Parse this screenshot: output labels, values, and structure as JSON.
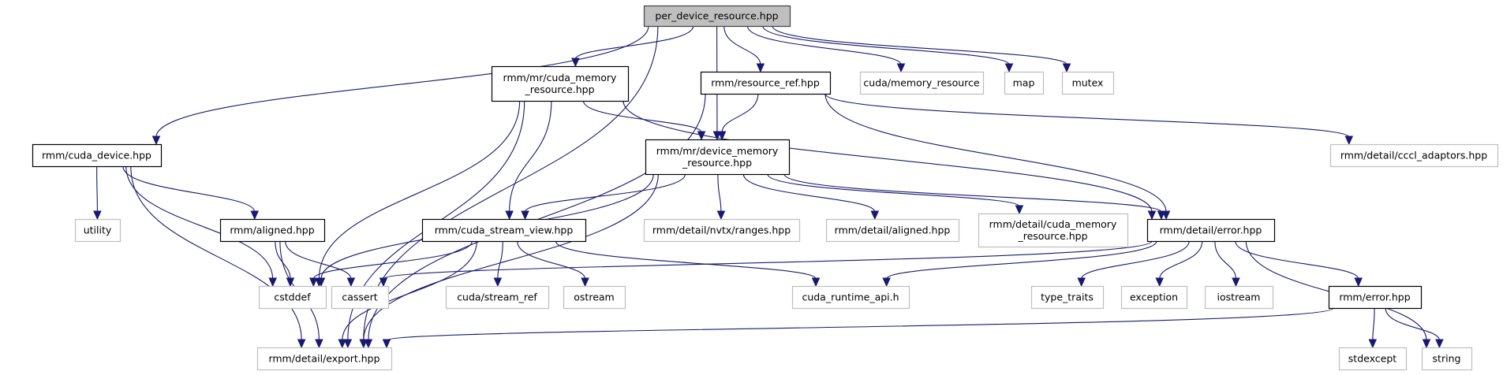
{
  "title": "per_device_resource.hpp",
  "colors": {
    "edge": "#191970",
    "root_fill": "#bfbfbf",
    "local_border": "#000000",
    "external_border": "#bfbfbf"
  },
  "nodes": [
    {
      "id": "root",
      "lines": [
        "per_device_resource.hpp"
      ],
      "kind": "main"
    },
    {
      "id": "cuda_mr",
      "lines": [
        "rmm/mr/cuda_memory",
        "_resource.hpp"
      ],
      "kind": "local"
    },
    {
      "id": "resource_ref",
      "lines": [
        "rmm/resource_ref.hpp"
      ],
      "kind": "local"
    },
    {
      "id": "cuda_memres",
      "lines": [
        "cuda/memory_resource"
      ],
      "kind": "sys"
    },
    {
      "id": "map",
      "lines": [
        "map"
      ],
      "kind": "sys"
    },
    {
      "id": "mutex",
      "lines": [
        "mutex"
      ],
      "kind": "sys"
    },
    {
      "id": "cccl",
      "lines": [
        "rmm/detail/cccl_adaptors.hpp"
      ],
      "kind": "sys"
    },
    {
      "id": "cuda_device",
      "lines": [
        "rmm/cuda_device.hpp"
      ],
      "kind": "local"
    },
    {
      "id": "device_mr",
      "lines": [
        "rmm/mr/device_memory",
        "_resource.hpp"
      ],
      "kind": "local"
    },
    {
      "id": "utility",
      "lines": [
        "utility"
      ],
      "kind": "sys"
    },
    {
      "id": "aligned",
      "lines": [
        "rmm/aligned.hpp"
      ],
      "kind": "local"
    },
    {
      "id": "stream_view",
      "lines": [
        "rmm/cuda_stream_view.hpp"
      ],
      "kind": "local"
    },
    {
      "id": "nvtx",
      "lines": [
        "rmm/detail/nvtx/ranges.hpp"
      ],
      "kind": "sys"
    },
    {
      "id": "det_aligned",
      "lines": [
        "rmm/detail/aligned.hpp"
      ],
      "kind": "sys"
    },
    {
      "id": "det_cuda_mr",
      "lines": [
        "rmm/detail/cuda_memory",
        "_resource.hpp"
      ],
      "kind": "sys"
    },
    {
      "id": "det_error",
      "lines": [
        "rmm/detail/error.hpp"
      ],
      "kind": "local"
    },
    {
      "id": "cstddef",
      "lines": [
        "cstddef"
      ],
      "kind": "sys"
    },
    {
      "id": "cassert",
      "lines": [
        "cassert"
      ],
      "kind": "sys"
    },
    {
      "id": "stream_ref",
      "lines": [
        "cuda/stream_ref"
      ],
      "kind": "sys"
    },
    {
      "id": "ostream",
      "lines": [
        "ostream"
      ],
      "kind": "sys"
    },
    {
      "id": "cuda_rt",
      "lines": [
        "cuda_runtime_api.h"
      ],
      "kind": "sys"
    },
    {
      "id": "type_traits",
      "lines": [
        "type_traits"
      ],
      "kind": "sys"
    },
    {
      "id": "exception",
      "lines": [
        "exception"
      ],
      "kind": "sys"
    },
    {
      "id": "iostream",
      "lines": [
        "iostream"
      ],
      "kind": "sys"
    },
    {
      "id": "rmm_error",
      "lines": [
        "rmm/error.hpp"
      ],
      "kind": "local"
    },
    {
      "id": "export",
      "lines": [
        "rmm/detail/export.hpp"
      ],
      "kind": "sys"
    },
    {
      "id": "stdexcept",
      "lines": [
        "stdexcept"
      ],
      "kind": "sys"
    },
    {
      "id": "string",
      "lines": [
        "string"
      ],
      "kind": "sys"
    }
  ],
  "edges": [
    [
      "root",
      "export"
    ],
    [
      "root",
      "cuda_device"
    ],
    [
      "root",
      "cuda_mr"
    ],
    [
      "root",
      "device_mr"
    ],
    [
      "root",
      "resource_ref"
    ],
    [
      "root",
      "cuda_memres"
    ],
    [
      "root",
      "map"
    ],
    [
      "root",
      "mutex"
    ],
    [
      "cuda_mr",
      "device_mr"
    ],
    [
      "cuda_mr",
      "det_error"
    ],
    [
      "cuda_mr",
      "stream_view"
    ],
    [
      "cuda_mr",
      "cstddef"
    ],
    [
      "cuda_mr",
      "export"
    ],
    [
      "resource_ref",
      "device_mr"
    ],
    [
      "resource_ref",
      "cccl"
    ],
    [
      "resource_ref",
      "det_error"
    ],
    [
      "resource_ref",
      "export"
    ],
    [
      "cuda_device",
      "utility"
    ],
    [
      "cuda_device",
      "aligned"
    ],
    [
      "cuda_device",
      "cstddef"
    ],
    [
      "cuda_device",
      "export"
    ],
    [
      "device_mr",
      "stream_view"
    ],
    [
      "device_mr",
      "nvtx"
    ],
    [
      "device_mr",
      "det_aligned"
    ],
    [
      "device_mr",
      "det_cuda_mr"
    ],
    [
      "device_mr",
      "det_error"
    ],
    [
      "device_mr",
      "cstddef"
    ],
    [
      "device_mr",
      "export"
    ],
    [
      "aligned",
      "cstddef"
    ],
    [
      "aligned",
      "cassert"
    ],
    [
      "aligned",
      "export"
    ],
    [
      "stream_view",
      "cstddef"
    ],
    [
      "stream_view",
      "stream_ref"
    ],
    [
      "stream_view",
      "ostream"
    ],
    [
      "stream_view",
      "cuda_rt"
    ],
    [
      "stream_view",
      "export"
    ],
    [
      "det_error",
      "cassert"
    ],
    [
      "det_error",
      "cuda_rt"
    ],
    [
      "det_error",
      "type_traits"
    ],
    [
      "det_error",
      "exception"
    ],
    [
      "det_error",
      "iostream"
    ],
    [
      "det_error",
      "rmm_error"
    ],
    [
      "det_error",
      "string"
    ],
    [
      "rmm_error",
      "export"
    ],
    [
      "rmm_error",
      "stdexcept"
    ],
    [
      "rmm_error",
      "string"
    ]
  ]
}
